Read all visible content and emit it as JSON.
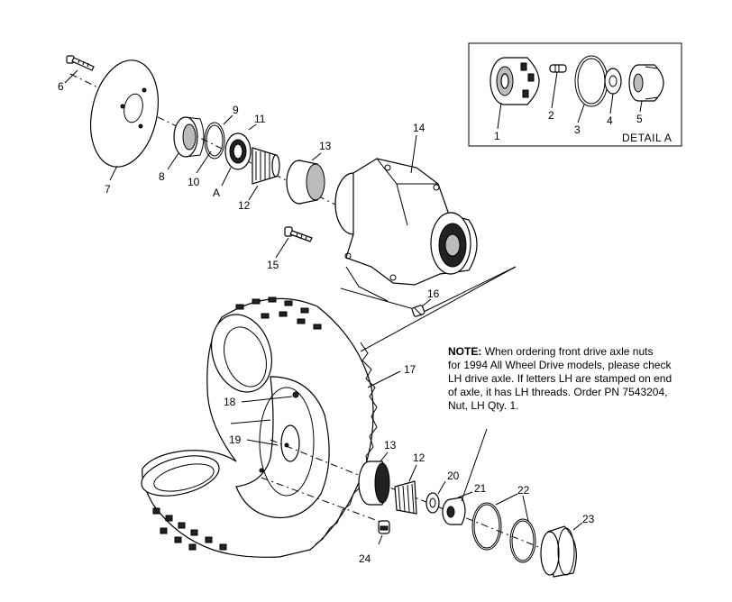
{
  "labels": {
    "l1": "1",
    "l2": "2",
    "l3": "3",
    "l4": "4",
    "l5": "5",
    "l6": "6",
    "l7": "7",
    "l8": "8",
    "l9": "9",
    "l10": "10",
    "l11": "11",
    "l12a": "12",
    "l13a": "13",
    "l14": "14",
    "l15": "15",
    "l16": "16",
    "l17": "17",
    "l18": "18",
    "l19": "19",
    "l13b": "13",
    "l12b": "12",
    "l20": "20",
    "l21": "21",
    "l22": "22",
    "l23": "23",
    "l24": "24",
    "lA": "A"
  },
  "detail_title": "DETAIL A",
  "note": {
    "heading": "NOTE:",
    "line1": "When ordering front drive axle nuts",
    "line2": "for 1994 All Wheel Drive models, please check",
    "line3": "LH drive axle.  If letters LH are stamped on end",
    "line4": "of axle, it has LH threads.  Order PN 7543204,",
    "line5": "Nut, LH Qty. 1."
  }
}
